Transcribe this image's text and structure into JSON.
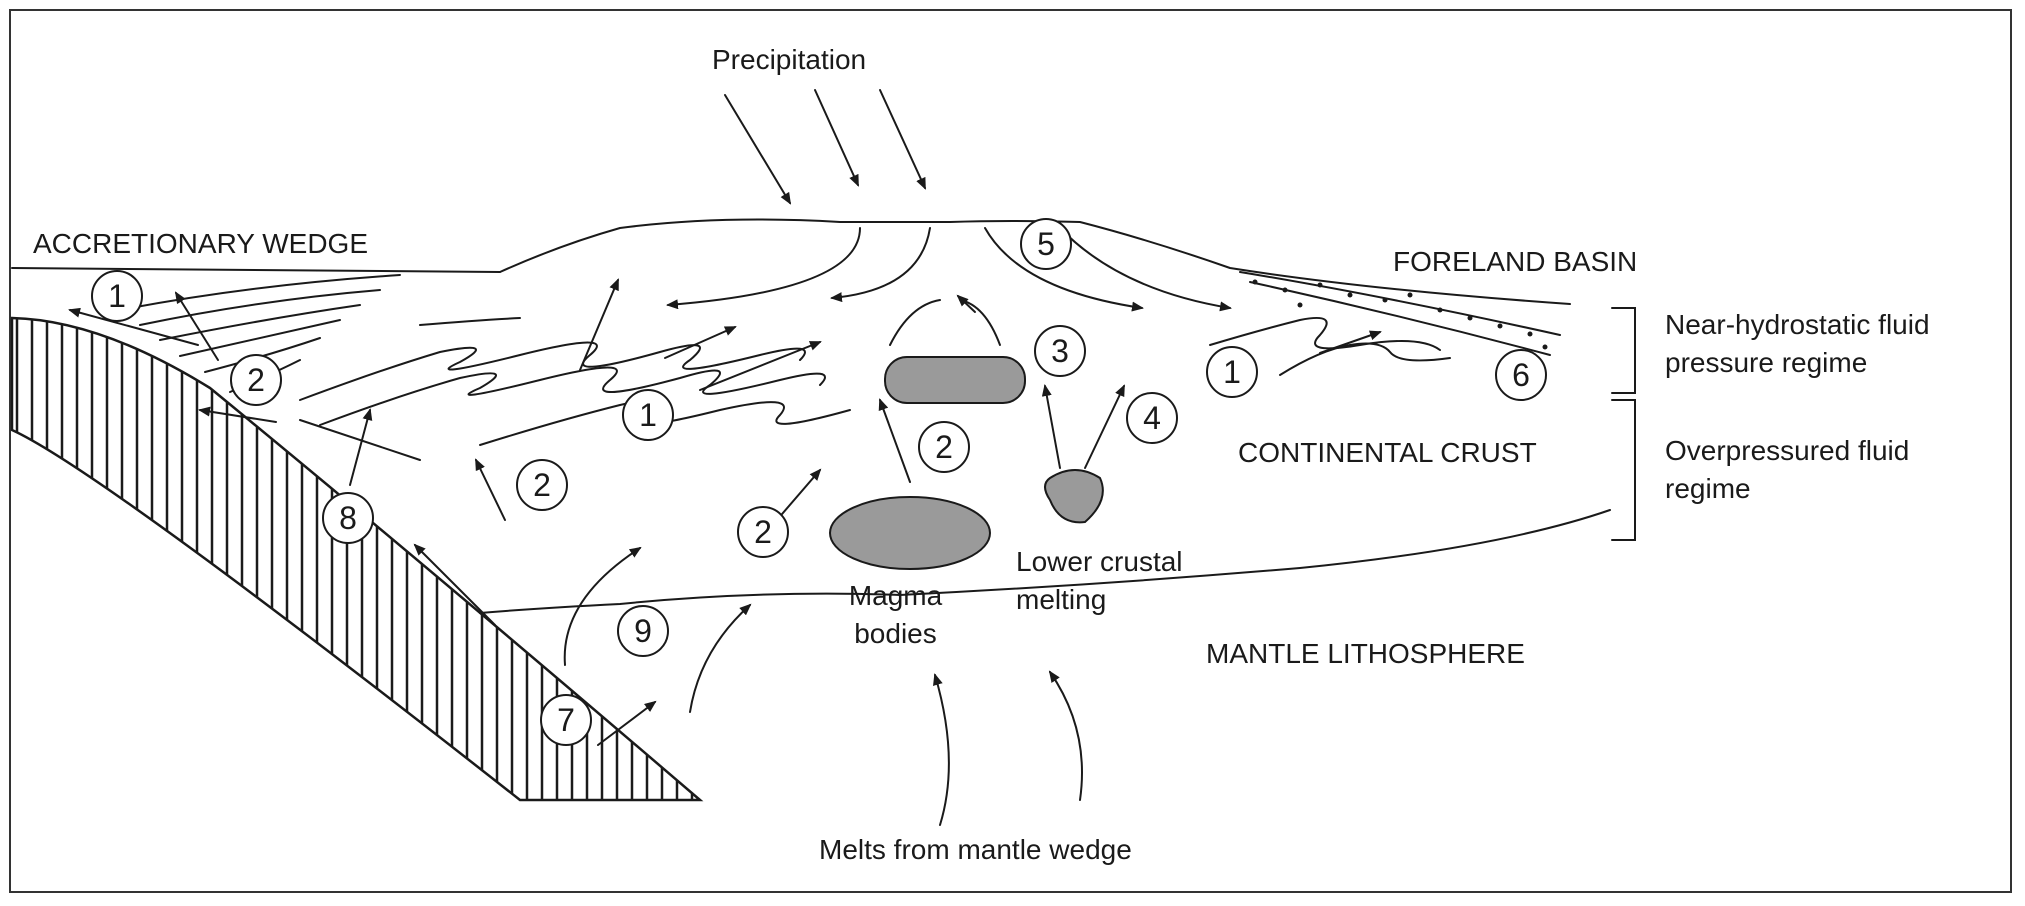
{
  "labels": {
    "precipitation": "Precipitation",
    "accretionary_wedge": "ACCRETIONARY WEDGE",
    "foreland_basin": "FORELAND BASIN",
    "continental_crust": "CONTINENTAL CRUST",
    "mantle_lithosphere": "MANTLE LITHOSPHERE",
    "magma_bodies": "Magma bodies",
    "lower_crustal_melting": "Lower crustal melting",
    "melts_from_mantle_wedge": "Melts from mantle wedge",
    "near_hydrostatic": "Near-hydrostatic fluid pressure regime",
    "overpressured": "Overpressured fluid regime"
  },
  "markers": {
    "m1_wedge": "1",
    "m2_wedge": "2",
    "m1_center": "1",
    "m2_left": "2",
    "m2_lower": "2",
    "m2_mid": "2",
    "m3": "3",
    "m4": "4",
    "m5": "5",
    "m1_foreland": "1",
    "m6": "6",
    "m7": "7",
    "m8": "8",
    "m9": "9"
  },
  "colors": {
    "line": "#1a1a1a",
    "magma_fill": "#9a9a9a",
    "background": "#ffffff"
  }
}
